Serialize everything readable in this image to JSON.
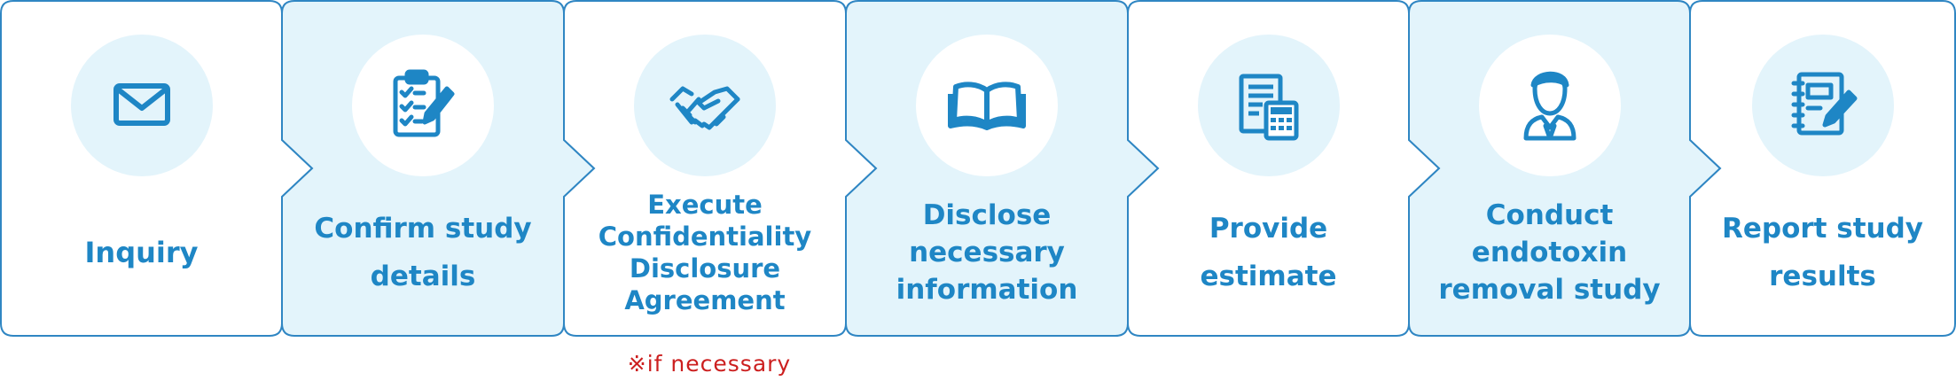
{
  "colors": {
    "accent": "#1e86c5",
    "border": "#2f86c3",
    "light_fill": "#e3f4fb",
    "white_fill": "#ffffff",
    "note": "#cc1f1f"
  },
  "steps": [
    {
      "label": "Inquiry",
      "icon": "envelope-icon"
    },
    {
      "label": "Confirm study details",
      "icon": "clipboard-checklist-icon"
    },
    {
      "label": "Execute Confidentiality Disclosure Agreement",
      "icon": "handshake-icon"
    },
    {
      "label": "Disclose necessary information",
      "icon": "open-book-icon"
    },
    {
      "label": "Provide estimate",
      "icon": "document-calculator-icon"
    },
    {
      "label": "Conduct endotoxin removal study",
      "icon": "person-icon"
    },
    {
      "label": "Report study results",
      "icon": "notebook-pencil-icon"
    }
  ],
  "note": "※if necessary"
}
